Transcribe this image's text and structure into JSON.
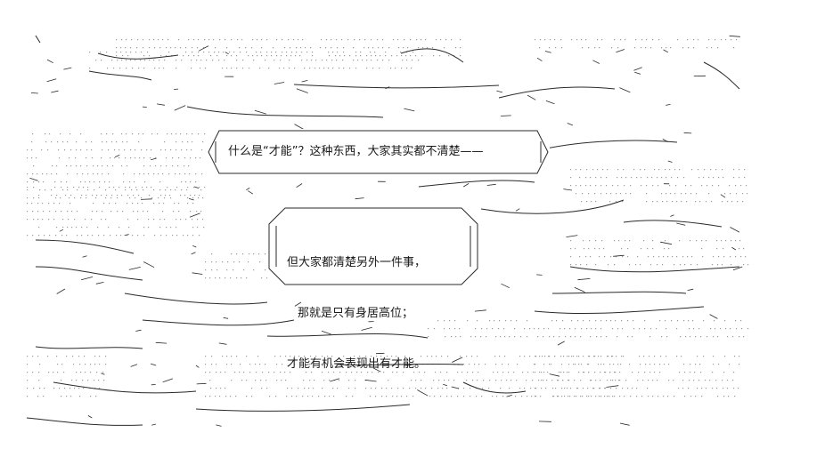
{
  "speech_1": {
    "text": "什么是“才能”？这种东西，大家其实都不清楚——"
  },
  "speech_2": {
    "lines": [
      "但大家都清楚另外一件事，",
      "那就是只有身居高位；",
      "才能有机会表现出有才能。"
    ]
  },
  "colors": {
    "ink": "#1a1a1a",
    "background": "#ffffff"
  }
}
